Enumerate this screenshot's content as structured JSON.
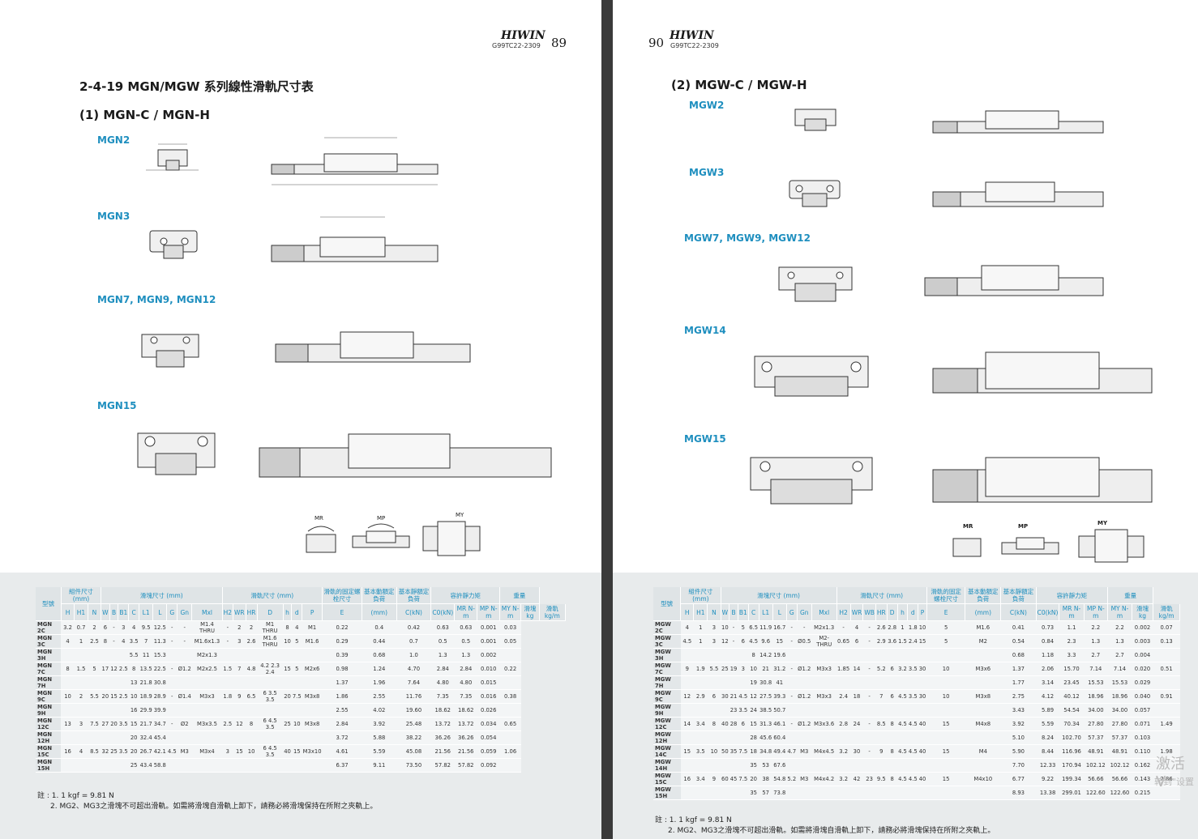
{
  "left": {
    "brand": "HIWIN",
    "doc_code": "G99TC22-2309",
    "page_number": "89",
    "section_title": "2-4-19  MGN/MGW 系列線性滑軌尺寸表",
    "sub_title": "(1) MGN-C / MGN-H",
    "models": [
      "MGN2",
      "MGN3",
      "MGN7, MGN9, MGN12",
      "MGN15"
    ],
    "moments": [
      "MR",
      "MP",
      "MY"
    ],
    "header": {
      "model": "型號",
      "assembly": "組件尺寸 (mm)",
      "block": "滑塊尺寸 (mm)",
      "rail": "滑軌尺寸 (mm)",
      "bolt": "滑軌的固定螺栓尺寸",
      "dyn": "基本動額定負荷",
      "stat": "基本靜額定負荷",
      "moment": "容許靜力矩",
      "weight": "重量",
      "cols": [
        "H",
        "H1",
        "N",
        "W",
        "B",
        "B1",
        "C",
        "L1",
        "L",
        "G",
        "Gn",
        "Mxl",
        "H2",
        "WR",
        "HR",
        "D",
        "h",
        "d",
        "P",
        "E",
        "(mm)",
        "C(kN)",
        "C0(kN)",
        "MR N-m",
        "MP N-m",
        "MY N-m",
        "滑塊 kg",
        "滑軌 kg/m"
      ]
    },
    "rows": [
      [
        "MGN 2C",
        "3.2",
        "0.7",
        "2",
        "6",
        "-",
        "3",
        "4",
        "9.5",
        "12.5",
        "-",
        "-",
        "M1.4 THRU",
        "-",
        "2",
        "2",
        "M1 THRU",
        "8",
        "4",
        "M1",
        "0.22",
        "0.4",
        "0.42",
        "0.63",
        "0.63",
        "0.001",
        "0.03"
      ],
      [
        "MGN 3C",
        "4",
        "1",
        "2.5",
        "8",
        "-",
        "4",
        "3.5",
        "7",
        "11.3",
        "-",
        "-",
        "M1.6x1.3",
        "-",
        "3",
        "2.6",
        "M1.6 THRU",
        "10",
        "5",
        "M1.6",
        "0.29",
        "0.44",
        "0.7",
        "0.5",
        "0.5",
        "0.001",
        "0.05"
      ],
      [
        "MGN 3H",
        "",
        "",
        "",
        "",
        "",
        "",
        "5.5",
        "11",
        "15.3",
        "",
        "",
        "M2x1.3",
        "",
        "",
        "",
        "",
        "",
        "",
        "",
        "0.39",
        "0.68",
        "1.0",
        "1.3",
        "1.3",
        "0.002",
        ""
      ],
      [
        "MGN 7C",
        "8",
        "1.5",
        "5",
        "17",
        "12",
        "2.5",
        "8",
        "13.5",
        "22.5",
        "-",
        "Ø1.2",
        "M2x2.5",
        "1.5",
        "7",
        "4.8",
        "4.2  2.3  2.4",
        "15",
        "5",
        "M2x6",
        "0.98",
        "1.24",
        "4.70",
        "2.84",
        "2.84",
        "0.010",
        "0.22"
      ],
      [
        "MGN 7H",
        "",
        "",
        "",
        "",
        "",
        "",
        "13",
        "21.8",
        "30.8",
        "",
        "",
        "",
        "",
        "",
        "",
        "",
        "",
        "",
        "",
        "1.37",
        "1.96",
        "7.64",
        "4.80",
        "4.80",
        "0.015",
        ""
      ],
      [
        "MGN 9C",
        "10",
        "2",
        "5.5",
        "20",
        "15",
        "2.5",
        "10",
        "18.9",
        "28.9",
        "-",
        "Ø1.4",
        "M3x3",
        "1.8",
        "9",
        "6.5",
        "6  3.5  3.5",
        "20",
        "7.5",
        "M3x8",
        "1.86",
        "2.55",
        "11.76",
        "7.35",
        "7.35",
        "0.016",
        "0.38"
      ],
      [
        "MGN 9H",
        "",
        "",
        "",
        "",
        "",
        "",
        "16",
        "29.9",
        "39.9",
        "",
        "",
        "",
        "",
        "",
        "",
        "",
        "",
        "",
        "",
        "2.55",
        "4.02",
        "19.60",
        "18.62",
        "18.62",
        "0.026",
        ""
      ],
      [
        "MGN 12C",
        "13",
        "3",
        "7.5",
        "27",
        "20",
        "3.5",
        "15",
        "21.7",
        "34.7",
        "-",
        "Ø2",
        "M3x3.5",
        "2.5",
        "12",
        "8",
        "6  4.5  3.5",
        "25",
        "10",
        "M3x8",
        "2.84",
        "3.92",
        "25.48",
        "13.72",
        "13.72",
        "0.034",
        "0.65"
      ],
      [
        "MGN 12H",
        "",
        "",
        "",
        "",
        "",
        "",
        "20",
        "32.4",
        "45.4",
        "",
        "",
        "",
        "",
        "",
        "",
        "",
        "",
        "",
        "",
        "3.72",
        "5.88",
        "38.22",
        "36.26",
        "36.26",
        "0.054",
        ""
      ],
      [
        "MGN 15C",
        "16",
        "4",
        "8.5",
        "32",
        "25",
        "3.5",
        "20",
        "26.7",
        "42.1",
        "4.5",
        "M3",
        "M3x4",
        "3",
        "15",
        "10",
        "6  4.5  3.5",
        "40",
        "15",
        "M3x10",
        "4.61",
        "5.59",
        "45.08",
        "21.56",
        "21.56",
        "0.059",
        "1.06"
      ],
      [
        "MGN 15H",
        "",
        "",
        "",
        "",
        "",
        "",
        "25",
        "43.4",
        "58.8",
        "",
        "",
        "",
        "",
        "",
        "",
        "",
        "",
        "",
        "",
        "6.37",
        "9.11",
        "73.50",
        "57.82",
        "57.82",
        "0.092",
        ""
      ]
    ],
    "note1": "註 : 1. 1 kgf = 9.81 N",
    "note2": "2. MG2、MG3之滑塊不可超出滑軌。如需將滑塊自滑軌上卸下，請務必將滑塊保持在所附之夾軌上。"
  },
  "right": {
    "brand": "HIWIN",
    "doc_code": "G99TC22-2309",
    "page_number": "90",
    "sub_title": "(2) MGW-C / MGW-H",
    "models": [
      "MGW2",
      "MGW3",
      "MGW7, MGW9, MGW12",
      "MGW14",
      "MGW15"
    ],
    "moments": [
      "MR",
      "MP",
      "MY"
    ],
    "header": {
      "model": "型號",
      "assembly": "組件尺寸 (mm)",
      "block": "滑塊尺寸 (mm)",
      "rail": "滑軌尺寸 (mm)",
      "bolt": "滑軌的固定螺栓尺寸",
      "dyn": "基本動額定負荷",
      "stat": "基本靜額定負荷",
      "moment": "容許靜力矩",
      "weight": "重量",
      "cols": [
        "H",
        "H1",
        "N",
        "W",
        "B",
        "B1",
        "C",
        "L1",
        "L",
        "G",
        "Gn",
        "Mxl",
        "H2",
        "WR",
        "WB",
        "HR",
        "D",
        "h",
        "d",
        "P",
        "E",
        "(mm)",
        "C(kN)",
        "C0(kN)",
        "MR N-m",
        "MP N-m",
        "MY N-m",
        "滑塊 kg",
        "滑軌 kg/m"
      ]
    },
    "rows": [
      [
        "MGW 2C",
        "4",
        "1",
        "3",
        "10",
        "-",
        "5",
        "6.5",
        "11.9",
        "16.7",
        "-",
        "-",
        "M2x1.3",
        "-",
        "4",
        "-",
        "2.6",
        "2.8",
        "1",
        "1.8",
        "10",
        "5",
        "M1.6",
        "0.41",
        "0.73",
        "1.1",
        "2.2",
        "2.2",
        "0.002",
        "0.07"
      ],
      [
        "MGW 3C",
        "4.5",
        "1",
        "3",
        "12",
        "-",
        "6",
        "4.5",
        "9.6",
        "15",
        "-",
        "Ø0.5",
        "M2-THRU",
        "0.65",
        "6",
        "-",
        "2.9",
        "3.6",
        "1.5",
        "2.4",
        "15",
        "5",
        "M2",
        "0.54",
        "0.84",
        "2.3",
        "1.3",
        "1.3",
        "0.003",
        "0.13"
      ],
      [
        "MGW 3H",
        "",
        "",
        "",
        "",
        "",
        "",
        "8",
        "14.2",
        "19.6",
        "",
        "",
        "",
        "",
        "",
        "",
        "",
        "",
        "",
        "",
        "",
        "",
        "",
        "0.68",
        "1.18",
        "3.3",
        "2.7",
        "2.7",
        "0.004",
        ""
      ],
      [
        "MGW 7C",
        "9",
        "1.9",
        "5.5",
        "25",
        "19",
        "3",
        "10",
        "21",
        "31.2",
        "-",
        "Ø1.2",
        "M3x3",
        "1.85",
        "14",
        "-",
        "5.2",
        "6",
        "3.2",
        "3.5",
        "30",
        "10",
        "M3x6",
        "1.37",
        "2.06",
        "15.70",
        "7.14",
        "7.14",
        "0.020",
        "0.51"
      ],
      [
        "MGW 7H",
        "",
        "",
        "",
        "",
        "",
        "",
        "19",
        "30.8",
        "41",
        "",
        "",
        "",
        "",
        "",
        "",
        "",
        "",
        "",
        "",
        "",
        "",
        "",
        "1.77",
        "3.14",
        "23.45",
        "15.53",
        "15.53",
        "0.029",
        ""
      ],
      [
        "MGW 9C",
        "12",
        "2.9",
        "6",
        "30",
        "21",
        "4.5",
        "12",
        "27.5",
        "39.3",
        "-",
        "Ø1.2",
        "M3x3",
        "2.4",
        "18",
        "-",
        "7",
        "6",
        "4.5",
        "3.5",
        "30",
        "10",
        "M3x8",
        "2.75",
        "4.12",
        "40.12",
        "18.96",
        "18.96",
        "0.040",
        "0.91"
      ],
      [
        "MGW 9H",
        "",
        "",
        "",
        "",
        "23",
        "3.5",
        "24",
        "38.5",
        "50.7",
        "",
        "",
        "",
        "",
        "",
        "",
        "",
        "",
        "",
        "",
        "",
        "",
        "",
        "3.43",
        "5.89",
        "54.54",
        "34.00",
        "34.00",
        "0.057",
        ""
      ],
      [
        "MGW 12C",
        "14",
        "3.4",
        "8",
        "40",
        "28",
        "6",
        "15",
        "31.3",
        "46.1",
        "-",
        "Ø1.2",
        "M3x3.6",
        "2.8",
        "24",
        "-",
        "8.5",
        "8",
        "4.5",
        "4.5",
        "40",
        "15",
        "M4x8",
        "3.92",
        "5.59",
        "70.34",
        "27.80",
        "27.80",
        "0.071",
        "1.49"
      ],
      [
        "MGW 12H",
        "",
        "",
        "",
        "",
        "",
        "",
        "28",
        "45.6",
        "60.4",
        "",
        "",
        "",
        "",
        "",
        "",
        "",
        "",
        "",
        "",
        "",
        "",
        "",
        "5.10",
        "8.24",
        "102.70",
        "57.37",
        "57.37",
        "0.103",
        ""
      ],
      [
        "MGW 14C",
        "15",
        "3.5",
        "10",
        "50",
        "35",
        "7.5",
        "18",
        "34.8",
        "49.4",
        "4.7",
        "M3",
        "M4x4.5",
        "3.2",
        "30",
        "-",
        "9",
        "8",
        "4.5",
        "4.5",
        "40",
        "15",
        "M4",
        "5.90",
        "8.44",
        "116.96",
        "48.91",
        "48.91",
        "0.110",
        "1.98"
      ],
      [
        "MGW 14H",
        "",
        "",
        "",
        "",
        "",
        "",
        "35",
        "53",
        "67.6",
        "",
        "",
        "",
        "",
        "",
        "",
        "",
        "",
        "",
        "",
        "",
        "",
        "",
        "7.70",
        "12.33",
        "170.94",
        "102.12",
        "102.12",
        "0.162",
        ""
      ],
      [
        "MGW 15C",
        "16",
        "3.4",
        "9",
        "60",
        "45",
        "7.5",
        "20",
        "38",
        "54.8",
        "5.2",
        "M3",
        "M4x4.2",
        "3.2",
        "42",
        "23",
        "9.5",
        "8",
        "4.5",
        "4.5",
        "40",
        "15",
        "M4x10",
        "6.77",
        "9.22",
        "199.34",
        "56.66",
        "56.66",
        "0.143",
        "2.86"
      ],
      [
        "MGW 15H",
        "",
        "",
        "",
        "",
        "",
        "",
        "35",
        "57",
        "73.8",
        "",
        "",
        "",
        "",
        "",
        "",
        "",
        "",
        "",
        "",
        "",
        "",
        "",
        "8.93",
        "13.38",
        "299.01",
        "122.60",
        "122.60",
        "0.215",
        ""
      ]
    ],
    "note1": "註 : 1. 1 kgf = 9.81 N",
    "note2": "2. MG2、MG3之滑塊不可超出滑軌。如需將滑塊自滑軌上卸下，請務必將滑塊保持在所附之夾軌上。",
    "watermark1": "激活 V",
    "watermark2": "转到\"设置"
  }
}
